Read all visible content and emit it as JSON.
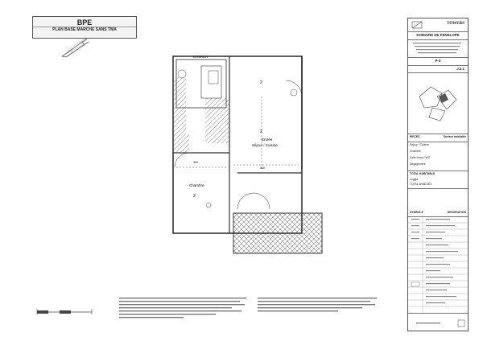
{
  "stamp": {
    "title": "BPE",
    "subtitle": "PLAN BASE MARCHE SANS TMA"
  },
  "title_block": {
    "company": "TOWERS",
    "project": "DOMAINE DE PENELOPE",
    "lot": "P-3",
    "plan_ref": "J.2.1"
  },
  "areas": {
    "header_left": "PIECES",
    "header_right": "Surface habitable",
    "rows": [
      {
        "label": "Séjour / Cuisine",
        "value": ""
      },
      {
        "label": "Chambre",
        "value": ""
      },
      {
        "label": "Salle d'eau / WC",
        "value": ""
      },
      {
        "label": "Dégagement",
        "value": ""
      }
    ],
    "total_label": "TOTAL HABITABLE",
    "terrace_label": "Loggia",
    "extra_label": "TOTAL ANNEXES"
  },
  "legend": {
    "header_left": "SYMBOLE",
    "header_right": "DESIGNATION"
  },
  "plan": {
    "room_top_id": "2",
    "room_main_label_1": "Entrée",
    "room_main_label_2": "Séjour / Cuisine",
    "room_bedroom": "Chambre",
    "room_bedroom_id": "2",
    "room_main_id": "2",
    "dim_1": "300",
    "dim_2": "300",
    "top_label": "INTERDIT"
  },
  "colors": {
    "line": "#333333",
    "hatch": "#555555",
    "wall": "#444444"
  },
  "icons": [
    "north-arrow-icon",
    "pen-icon",
    "scale-bar-icon"
  ]
}
